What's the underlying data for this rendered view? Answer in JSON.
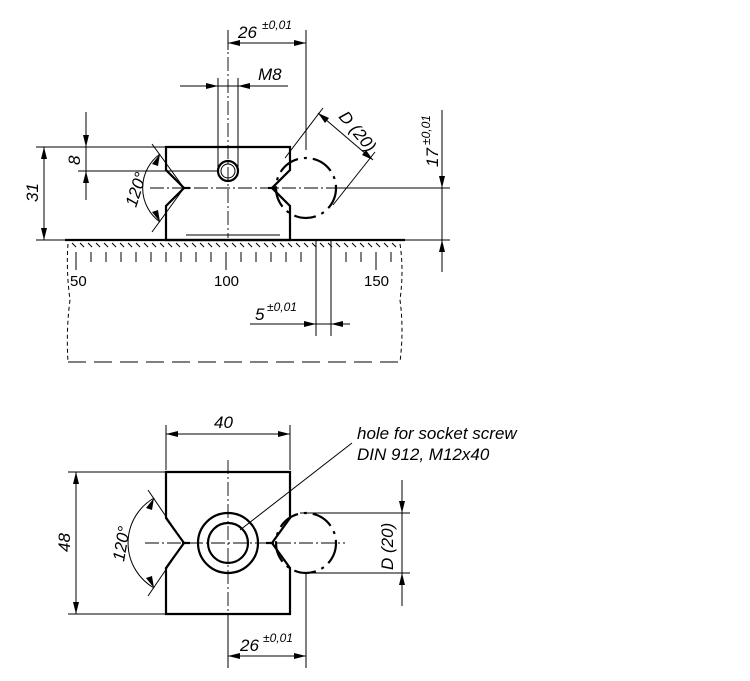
{
  "top_view": {
    "dim_width": "26",
    "dim_width_tol": "±0,01",
    "thread": "M8",
    "diameter": "D (20)",
    "height_17": "17",
    "height_17_tol": "±0,01",
    "height_8": "8",
    "height_31": "31",
    "angle": "120°",
    "offset_5": "5",
    "offset_5_tol": "±0,01",
    "scale_labels": [
      "50",
      "100",
      "150"
    ]
  },
  "bottom_view": {
    "dim_40": "40",
    "dim_48": "48",
    "angle": "120°",
    "diameter": "D (20)",
    "dim_width": "26",
    "dim_width_tol": "±0,01",
    "note_line1": "hole for socket screw",
    "note_line2": "DIN 912, M12x40"
  }
}
